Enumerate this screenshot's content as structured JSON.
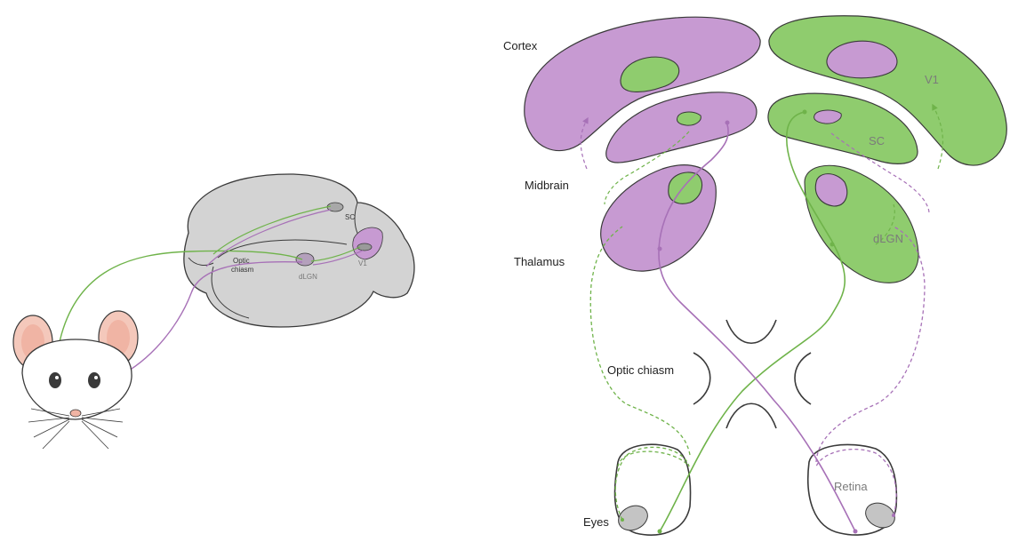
{
  "colors": {
    "purple_fill": "#c79ad2",
    "purple_line": "#a771b7",
    "green_fill": "#8fcc6e",
    "green_line": "#6fb34a",
    "gray_fill": "#d3d3d3",
    "outline": "#3a3a3a",
    "ear_pink": "#f4c8bb"
  },
  "mouse_panel": {
    "labels": {
      "sc": "SC",
      "optic_chiasm_line1": "Optic",
      "optic_chiasm_line2": "chiasm",
      "dlgn": "dLGN",
      "v1": "V1"
    }
  },
  "schematic": {
    "labels": {
      "cortex": "Cortex",
      "midbrain": "Midbrain",
      "thalamus": "Thalamus",
      "optic_chiasm": "Optic chiasm",
      "eyes": "Eyes",
      "v1": "V1",
      "sc": "SC",
      "dlgn": "dLGN",
      "retina": "Retina"
    }
  }
}
